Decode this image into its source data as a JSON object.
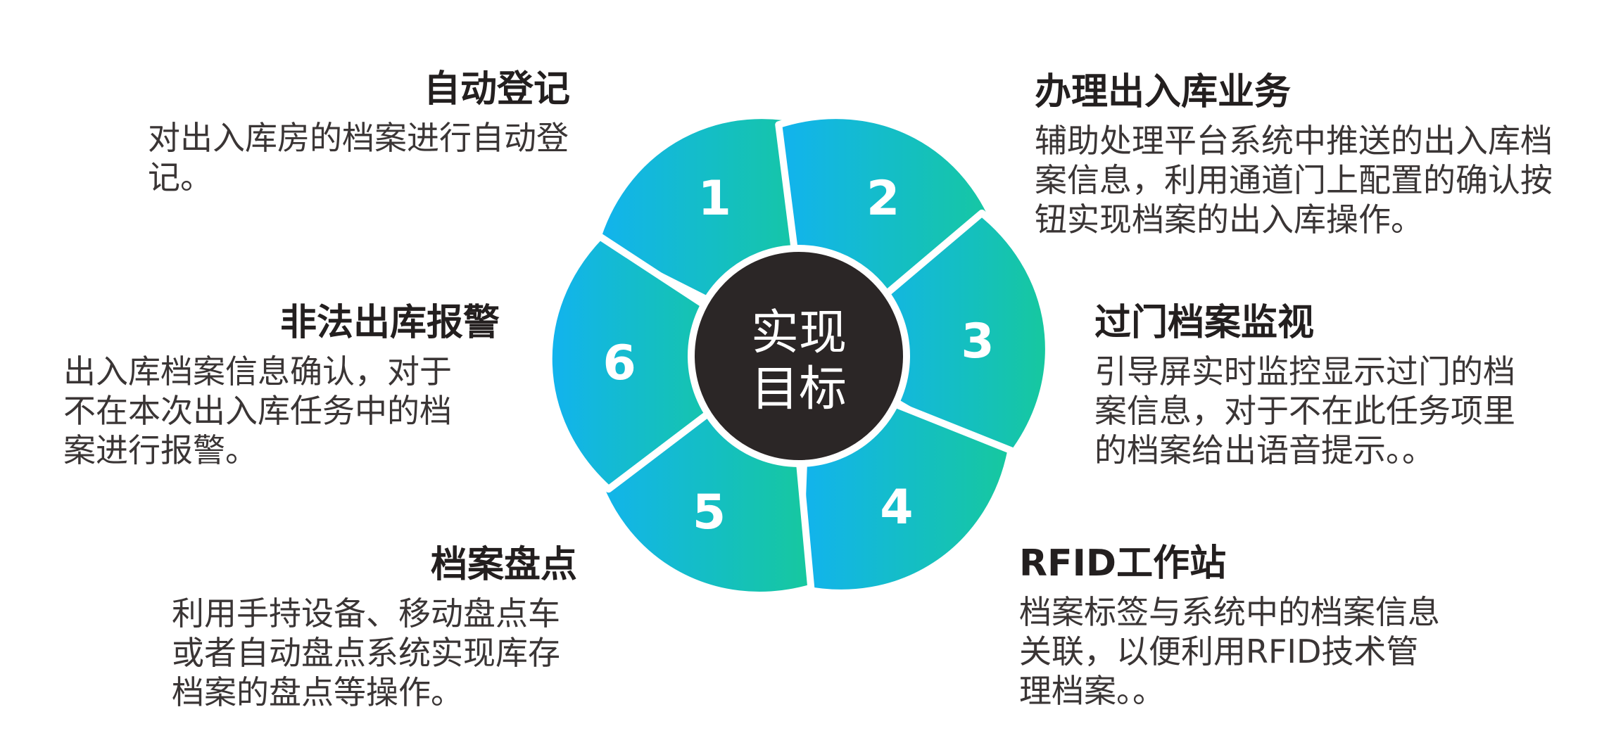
{
  "center": {
    "line1": "实现",
    "line2": "目标"
  },
  "colors": {
    "teal": "#16c89e",
    "blue": "#12b3ef",
    "center": "#2b2626",
    "outline": "#ffffff"
  },
  "petals": [
    {
      "number": "1",
      "title": "自动登记",
      "desc": "对出入库房的档案进行自动登记。"
    },
    {
      "number": "2",
      "title": "办理出入库业务",
      "desc": "辅助处理平台系统中推送的出入库档案信息，利用通道门上配置的确认按钮实现档案的出入库操作。"
    },
    {
      "number": "3",
      "title": "过门档案监视",
      "desc": "引导屏实时监控显示过门的档案信息，对于不在此任务项里的档案给出语音提示。。"
    },
    {
      "number": "4",
      "title": "RFID工作站",
      "desc": "档案标签与系统中的档案信息关联，以便利用RFID技术管理档案。。"
    },
    {
      "number": "5",
      "title": "档案盘点",
      "desc": "利用手持设备、移动盘点车或者自动盘点系统实现库存档案的盘点等操作。"
    },
    {
      "number": "6",
      "title": "非法出库报警",
      "desc": "出入库档案信息确认，对于不在本次出入库任务中的档案进行报警。"
    }
  ]
}
